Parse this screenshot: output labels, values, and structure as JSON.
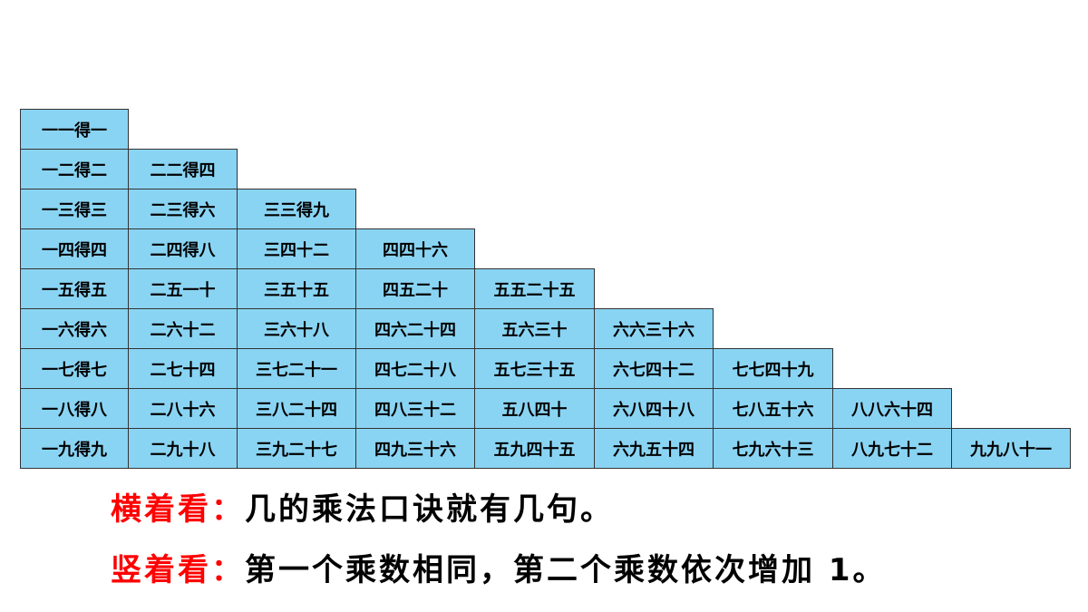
{
  "table": {
    "rows": [
      [
        "一一得一"
      ],
      [
        "一二得二",
        "二二得四"
      ],
      [
        "一三得三",
        "二三得六",
        "三三得九"
      ],
      [
        "一四得四",
        "二四得八",
        "三四十二",
        "四四十六"
      ],
      [
        "一五得五",
        "二五一十",
        "三五十五",
        "四五二十",
        "五五二十五"
      ],
      [
        "一六得六",
        "二六十二",
        "三六十八",
        "四六二十四",
        "五六三十",
        "六六三十六"
      ],
      [
        "一七得七",
        "二七十四",
        "三七二十一",
        "四七二十八",
        "五七三十五",
        "六七四十二",
        "七七四十九"
      ],
      [
        "一八得八",
        "二八十六",
        "三八二十四",
        "四八三十二",
        "五八四十",
        "六八四十八",
        "七八五十六",
        "八八六十四"
      ],
      [
        "一九得九",
        "二九十八",
        "三九二十七",
        "四九三十六",
        "五九四十五",
        "六九五十四",
        "七九六十三",
        "八九七十二",
        "九九八十一"
      ]
    ]
  },
  "notes": {
    "horizontal": {
      "label": "横着看：",
      "text": "几的乘法口诀就有几句。"
    },
    "vertical": {
      "label": "竖着看：",
      "text": "第一个乘数相同，第二个乘数依次增加 1。"
    }
  },
  "colors": {
    "cell_background": "#8ad4f3",
    "cell_border": "#333333",
    "label_red": "#ff0000",
    "text": "#000000"
  }
}
